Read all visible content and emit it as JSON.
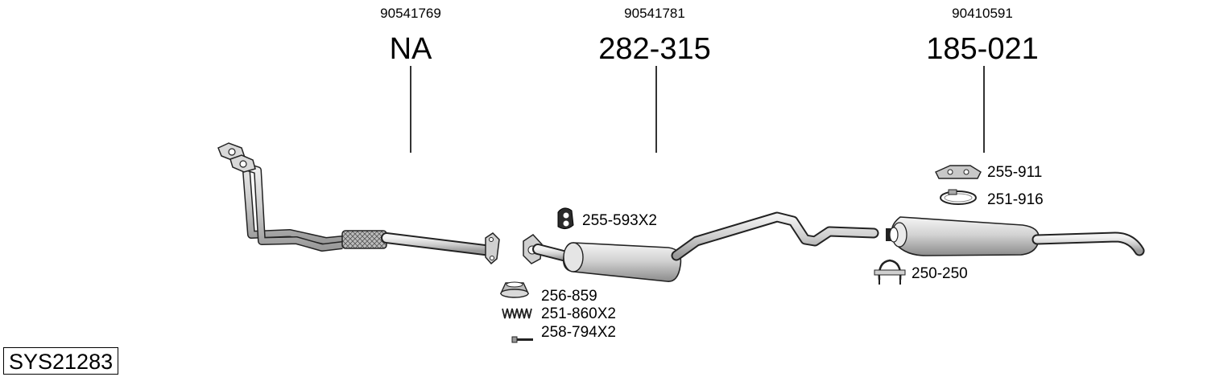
{
  "system_code": "SYS21283",
  "main_parts": [
    {
      "oem": "90541769",
      "number": "NA"
    },
    {
      "oem": "90541781",
      "number": "282-315"
    },
    {
      "oem": "90410591",
      "number": "185-021"
    }
  ],
  "accessories": {
    "mount_rubber": "255-593X2",
    "gasket_ring": "256-859",
    "spring": "251-860X2",
    "bolt": "258-794X2",
    "hanger_rear": "255-911",
    "clamp_rear": "251-916",
    "u_clamp": "250-250"
  }
}
